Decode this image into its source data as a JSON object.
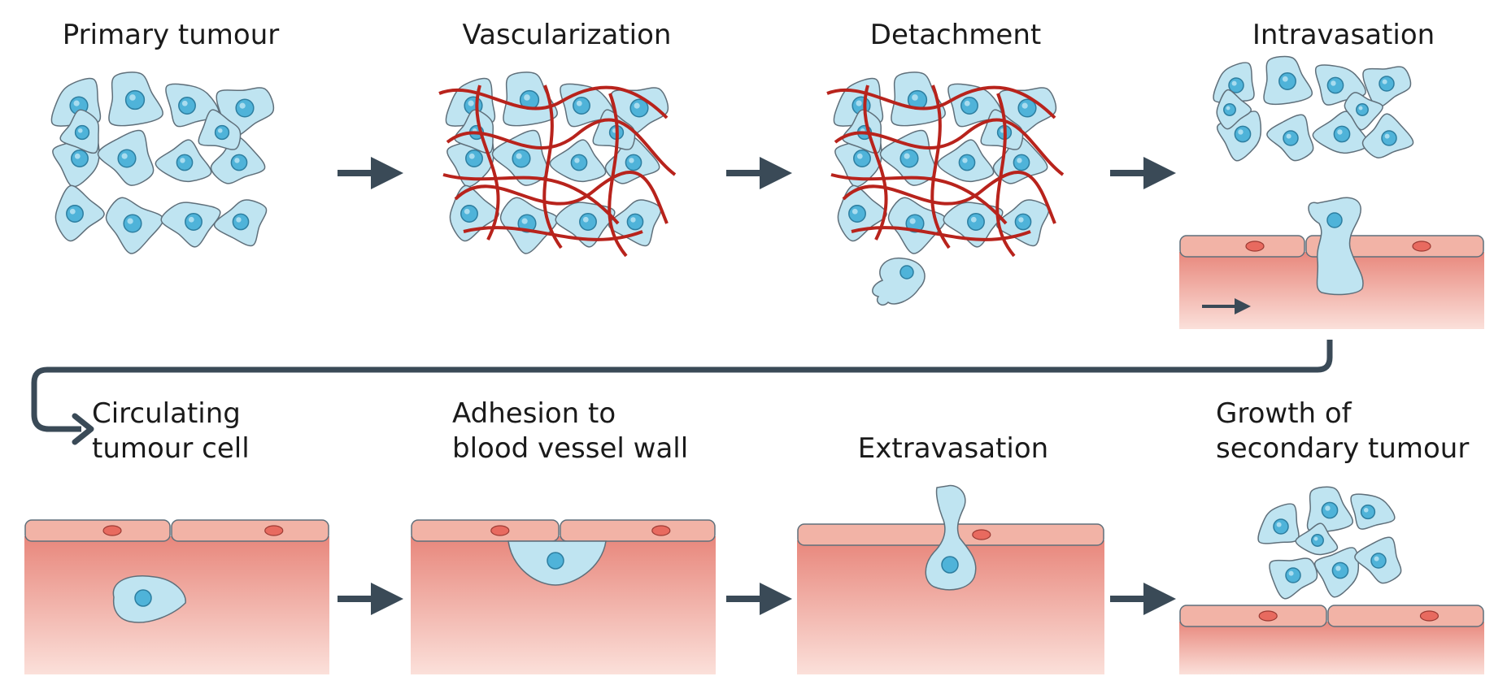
{
  "diagram": {
    "title": "",
    "colors": {
      "cell_fill": "#bfe4f1",
      "cell_stroke": "#5f6f7a",
      "nucleus_fill": "#4fb3d9",
      "vessel_red": "#b8231c",
      "vessel_top": "#f6b8aa",
      "vessel_body_top": "#e8877c",
      "vessel_body_bottom": "#fbe0da",
      "endothelial_fill": "#f2b3a6",
      "arrow": "#3a4a57"
    },
    "stages": [
      {
        "id": "primary",
        "label_lines": [
          "Primary tumour"
        ]
      },
      {
        "id": "vascularization",
        "label_lines": [
          "Vascularization"
        ]
      },
      {
        "id": "detachment",
        "label_lines": [
          "Detachment"
        ]
      },
      {
        "id": "intravasation",
        "label_lines": [
          "Intravasation"
        ]
      },
      {
        "id": "circulating",
        "label_lines": [
          "Circulating",
          "tumour cell"
        ]
      },
      {
        "id": "adhesion",
        "label_lines": [
          "Adhesion to",
          "blood vessel wall"
        ]
      },
      {
        "id": "extravasation",
        "label_lines": [
          "Extravasation"
        ]
      },
      {
        "id": "secondary",
        "label_lines": [
          "Growth of",
          "secondary tumour"
        ]
      }
    ]
  }
}
